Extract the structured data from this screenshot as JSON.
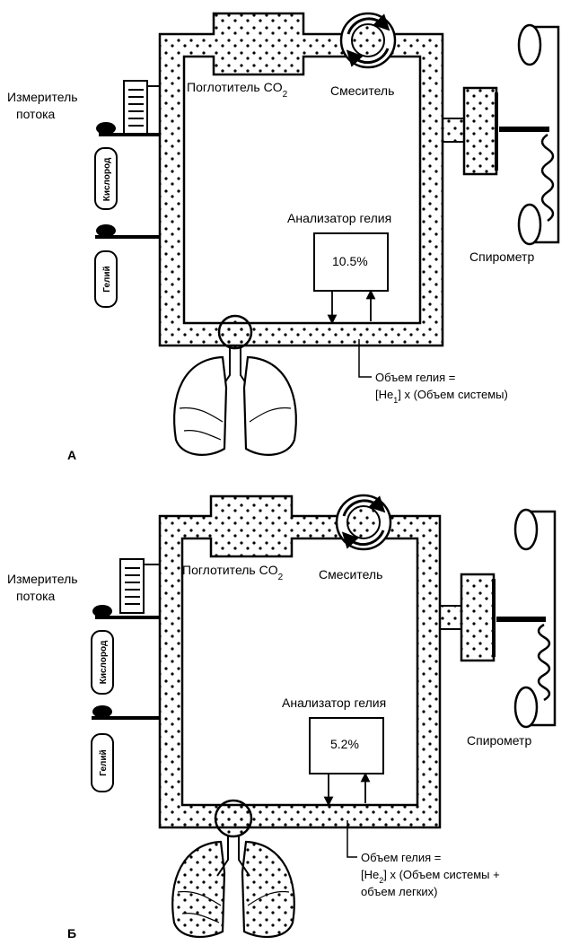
{
  "panels": [
    {
      "letter": "А",
      "flowmeter": [
        "Измеритель",
        "потока"
      ],
      "oxygen": "Кислород",
      "helium": "Гелий",
      "co2_absorber": "Поглотитель CO",
      "co2_sub": "2",
      "mixer": "Смеситель",
      "analyzer": "Анализатор гелия",
      "reading": "10.5%",
      "spirometer": "Спирометр",
      "formula": {
        "line1": "Объем гелия =",
        "line2_pre": "[He",
        "line2_sub": "1",
        "line2_post": "] x (Объем системы)",
        "line3": ""
      }
    },
    {
      "letter": "Б",
      "flowmeter": [
        "Измеритель",
        "потока"
      ],
      "oxygen": "Кислород",
      "helium": "Гелий",
      "co2_absorber": "Поглотитель CO",
      "co2_sub": "2",
      "mixer": "Смеситель",
      "analyzer": "Анализатор гелия",
      "reading": "5.2%",
      "spirometer": "Спирометр",
      "formula": {
        "line1": "Объем гелия =",
        "line2_pre": "[He",
        "line2_sub": "2",
        "line2_post": "] x (Объем системы +",
        "line3": "объем легких)"
      }
    }
  ],
  "colors": {
    "ink": "#000000",
    "paper": "#ffffff"
  }
}
